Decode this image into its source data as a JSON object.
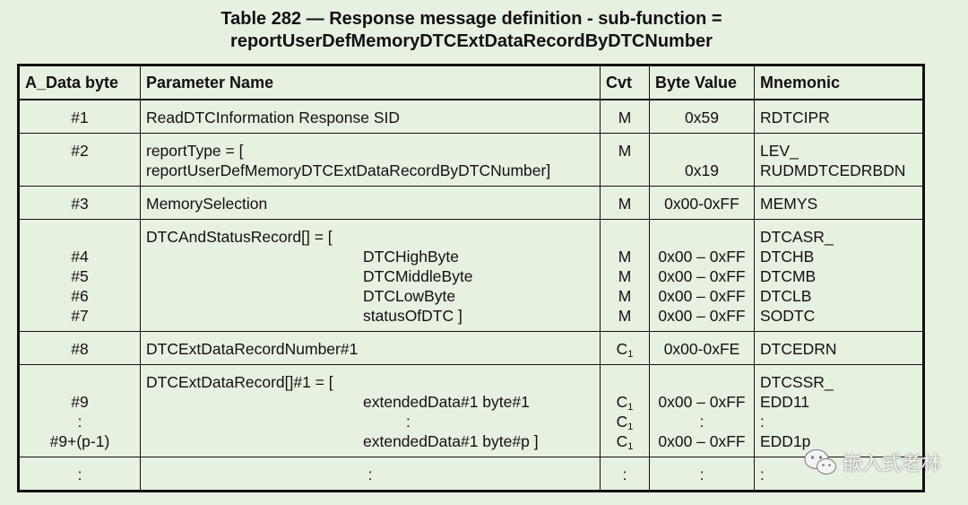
{
  "title": {
    "line1": "Table 282 — Response message definition - sub-function =",
    "line2": "reportUserDefMemoryDTCExtDataRecordByDTCNumber"
  },
  "headers": {
    "a_data_byte": "A_Data byte",
    "parameter_name": "Parameter Name",
    "cvt": "Cvt",
    "byte_value": "Byte Value",
    "mnemonic": "Mnemonic"
  },
  "rows": {
    "r1": {
      "byte": "#1",
      "param": "ReadDTCInformation Response SID",
      "cvt": "M",
      "value": "0x59",
      "mnemonic": "RDTCIPR"
    },
    "r2": {
      "byte": "#2",
      "param1": "reportType = [",
      "param2": "reportUserDefMemoryDTCExtDataRecordByDTCNumber]",
      "cvt": "M",
      "value": "0x19",
      "mnemonic1": "LEV_",
      "mnemonic2": "RUDMDTCEDRBDN"
    },
    "r3": {
      "byte": "#3",
      "param": "MemorySelection",
      "cvt": "M",
      "value": "0x00-0xFF",
      "mnemonic": "MEMYS"
    },
    "r4": {
      "head_param": "DTCAndStatusRecord[] = [",
      "head_mnemonic": "DTCASR_",
      "bytes": [
        "#4",
        "#5",
        "#6",
        "#7"
      ],
      "params": [
        "DTCHighByte",
        "DTCMiddleByte",
        "DTCLowByte",
        "statusOfDTC ]"
      ],
      "cvt": [
        "M",
        "M",
        "M",
        "M"
      ],
      "values": [
        "0x00 – 0xFF",
        "0x00 – 0xFF",
        "0x00 – 0xFF",
        "0x00 – 0xFF"
      ],
      "mnemonics": [
        "DTCHB",
        "DTCMB",
        "DTCLB",
        "SODTC"
      ]
    },
    "r5": {
      "byte": "#8",
      "param": "DTCExtDataRecordNumber#1",
      "cvt": "C",
      "cvt_sub": "1",
      "value": "0x00-0xFE",
      "mnemonic": "DTCEDRN"
    },
    "r6": {
      "head_param": "DTCExtDataRecord[]#1 = [",
      "head_mnemonic": "DTCSSR_",
      "bytes": [
        "#9",
        ":",
        "#9+(p-1)"
      ],
      "params": [
        "extendedData#1 byte#1",
        ":",
        "extendedData#1 byte#p ]"
      ],
      "cvt": [
        "C",
        "C",
        "C"
      ],
      "cvt_sub": [
        "1",
        "1",
        "1"
      ],
      "values": [
        "0x00 – 0xFF",
        ":",
        "0x00 – 0xFF"
      ],
      "mnemonics": [
        "EDD11",
        ":",
        "EDD1p"
      ]
    },
    "r7": {
      "byte": ":",
      "param": ":",
      "cvt": ":",
      "value": ":",
      "mnemonic": ":"
    }
  },
  "watermark": {
    "text": "嵌入式老林",
    "icon": "wechat-icon"
  }
}
